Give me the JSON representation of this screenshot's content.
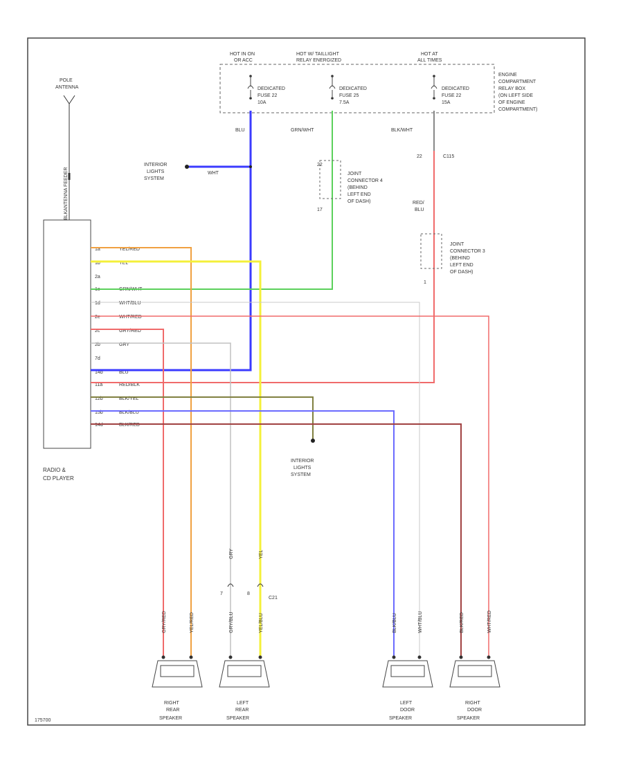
{
  "fuse_box": {
    "columns": [
      {
        "top1": "HOT IN ON",
        "top2": "OR ACC",
        "fuse1": "DEDICATED",
        "fuse2": "FUSE 22",
        "fuse3": "10A"
      },
      {
        "top1": "HOT W/ TAILLIGHT",
        "top2": "RELAY ENERGIZED",
        "fuse1": "DEDICATED",
        "fuse2": "FUSE 25",
        "fuse3": "7.5A"
      },
      {
        "top1": "HOT AT",
        "top2": "ALL TIMES",
        "fuse1": "DEDICATED",
        "fuse2": "FUSE 22",
        "fuse3": "15A"
      }
    ],
    "label": [
      "ENGINE",
      "COMPARTMENT",
      "RELAY BOX",
      "(ON LEFT SIDE",
      "OF ENGINE",
      "COMPARTMENT)"
    ]
  },
  "antenna": {
    "title": [
      "POLE",
      "ANTENNA"
    ],
    "feeder": "ANTENNA FEEDER",
    "feeder_pin": "BLK"
  },
  "wire_labels": {
    "blu": "BLU",
    "grn_wht": "GRN/WHT",
    "blk_wht": "BLK/WHT",
    "red_blu": [
      "RED/",
      "BLU"
    ],
    "wht": "WHT",
    "c115": "C115",
    "pin22": "22",
    "pin17": "17",
    "pin1": "1"
  },
  "interior_lights_top": [
    "INTERIOR",
    "LIGHTS",
    "SYSTEM"
  ],
  "interior_lights_mid": [
    "INTERIOR",
    "LIGHTS",
    "SYSTEM"
  ],
  "connector4": [
    "JOINT",
    "CONNECTOR 4",
    "(BEHIND",
    "LEFT END",
    "OF DASH)"
  ],
  "connector3": [
    "JOINT",
    "CONNECTOR 3",
    "(BEHIND",
    "LEFT END",
    "OF DASH)"
  ],
  "radio": {
    "label": [
      "RADIO &",
      "CD PLAYER"
    ],
    "pins": [
      {
        "pin": "1a",
        "wire": "YEL/RED"
      },
      {
        "pin": "1b",
        "wire": "YEL"
      },
      {
        "pin": "2a",
        "wire": ""
      },
      {
        "pin": "1c",
        "wire": "GRN/WHT"
      },
      {
        "pin": "1d",
        "wire": "WHT/BLU"
      },
      {
        "pin": "2e",
        "wire": "WHT/RED"
      },
      {
        "pin": "2c",
        "wire": "GRY/RED"
      },
      {
        "pin": "2b",
        "wire": "GRY"
      },
      {
        "pin": "7d",
        "wire": ""
      },
      {
        "pin": "14b",
        "wire": "BLU"
      },
      {
        "pin": "11a",
        "wire": "RED/BLK"
      },
      {
        "pin": "12b",
        "wire": "BLK/YEL"
      },
      {
        "pin": "15b",
        "wire": "BLK/BLU"
      },
      {
        "pin": "14d",
        "wire": "BLK/RED"
      }
    ]
  },
  "rear_connector": {
    "left": "7",
    "right": "8",
    "id": "C21",
    "wire_left": "GRY",
    "wire_right": "YEL"
  },
  "speaker_wires": {
    "rr_left": "GRY/RED",
    "rr_right": "YEL/RED",
    "lr_left": "GRY/BLU",
    "lr_right": "YEL/BLU",
    "ld_left": "BLK/BLU",
    "ld_right": "WHT/BLU",
    "rd_left": "BLK/RED",
    "rd_right": "WHT/RED"
  },
  "speakers": [
    {
      "l1": "RIGHT",
      "l2": "REAR",
      "l3": "SPEAKER"
    },
    {
      "l1": "LEFT",
      "l2": "REAR",
      "l3": "SPEAKER"
    },
    {
      "l1": "LEFT",
      "l2": "DOOR",
      "l3": "SPEAKER"
    },
    {
      "l1": "RIGHT",
      "l2": "DOOR",
      "l3": "SPEAKER"
    }
  ],
  "footer_code": "175700",
  "colors": {
    "blu": "#3b3bff",
    "grn": "#5ad05a",
    "red": "#f06a6a",
    "yel": "#f4f03a",
    "org": "#f0a040",
    "gry": "#c0c0c0",
    "olive": "#808040",
    "blu2": "#6a6aff",
    "darkred": "#a04040"
  }
}
